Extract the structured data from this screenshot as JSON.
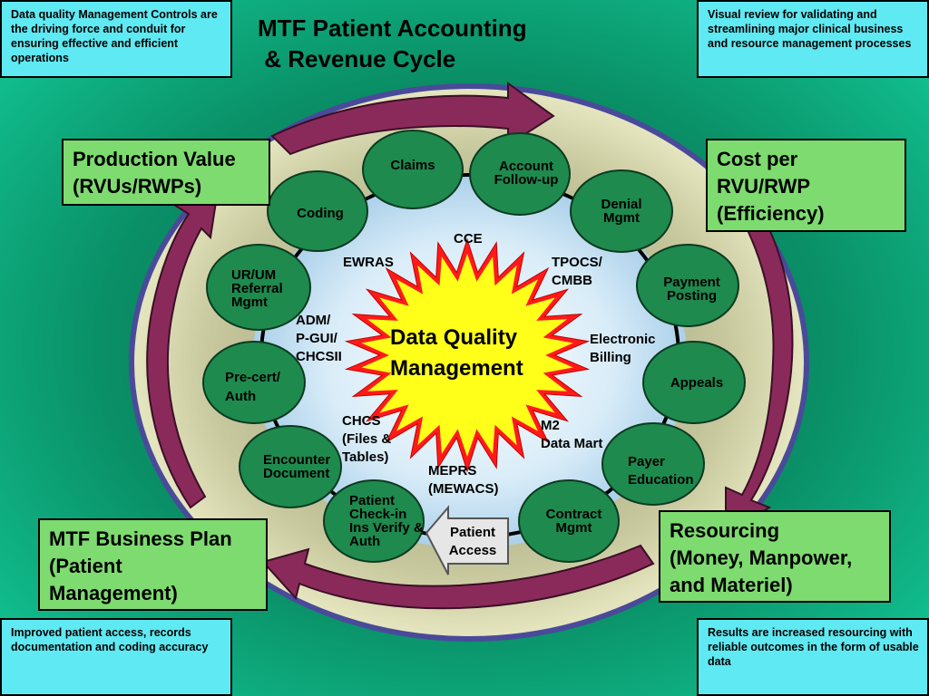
{
  "title": {
    "line1": "MTF Patient Accounting",
    "line2": " & Revenue Cycle"
  },
  "notes": {
    "top_left": "Data quality Management Controls are  the driving force and conduit for ensuring effective and efficient operations",
    "top_right": "Visual review for validating and streamlining major clinical business and resource management  processes",
    "bottom_left": "Improved patient access, records documentation and coding accuracy",
    "bottom_right": "Results are increased resourcing with reliable outcomes in the form of usable data"
  },
  "quadrants": {
    "production_value": "Production Value\n(RVUs/RWPs)",
    "cost_per_rvu": "Cost per\nRVU/RWP\n(Efficiency)",
    "business_plan": "MTF Business Plan\n(Patient\nManagement)",
    "resourcing": "Resourcing\n(Money, Manpower,\nand Materiel)"
  },
  "ring_nodes": {
    "claims": "Claims",
    "account_followup": "Account\nFollow-up",
    "denial_mgmt": "Denial\nMgmt",
    "payment_posting": "Payment\nPosting",
    "appeals": "Appeals",
    "payer_education": "Payer\nEducation",
    "contract_mgmt": "Contract\nMgmt",
    "patient_checkin": "Patient\nCheck-in\nIns Verify &\nAuth",
    "encounter_document": "Encounter\nDocument",
    "precert_auth": "Pre-cert/\nAuth",
    "ur_um": "UR/UM\nReferral\nMgmt",
    "coding": "Coding"
  },
  "systems": {
    "cce": "CCE",
    "ewras": "EWRAS",
    "tpocs": "TPOCS/\nCMBB",
    "adm": "ADM/\nP-GUI/\nCHCSII",
    "electronic_billing": "Electronic\nBilling",
    "chcs": "CHCS\n(Files &\nTables)",
    "m2": "M2\nData Mart",
    "meprs": "MEPRS\n(MEWACS)"
  },
  "center": "Data Quality\nManagement",
  "patient_access": "Patient\nAccess",
  "colors": {
    "background": "#0aa57a",
    "note_box": "#5fe9f2",
    "green_box": "#7edb6f",
    "node": "#1e8a4e",
    "arrow": "#8a2a5a",
    "star_outer": "#ff1a1a",
    "star_inner": "#ffff1a"
  }
}
